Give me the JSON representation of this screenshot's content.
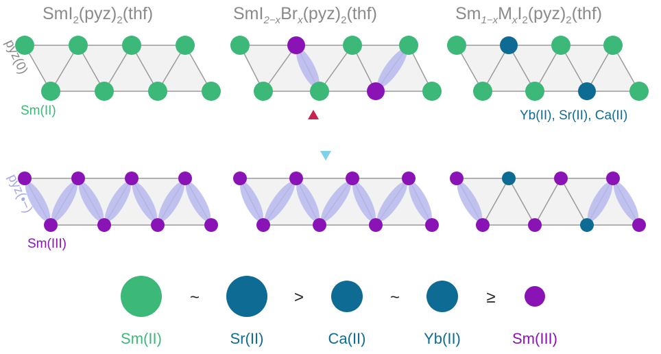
{
  "colors": {
    "sm2": "#3cb878",
    "sm3": "#8a13b5",
    "dopant": "#0d6b94",
    "pyz": "#b8b9ef",
    "line": "#9a9a9a",
    "fill": "#f2f2f2"
  },
  "titles": {
    "t1": {
      "main": "SmI",
      "sub1": "2",
      "mid": "(pyz)",
      "sub2": "2",
      "end": "(thf)"
    },
    "t2": {
      "main": "SmI",
      "sub1": "2−x",
      "mid": "Br",
      "sub2": "x",
      "mid2": "(pyz)",
      "sub3": "2",
      "end": "(thf)"
    },
    "t3": {
      "main": "Sm",
      "sub1": "1−x",
      "mid": "M",
      "sub2": "x",
      "mid2": "I",
      "sub3": "2",
      "mid3": "(pyz)",
      "sub4": "2",
      "end": "(thf)"
    }
  },
  "labels": {
    "pyz0": "pyz(0)",
    "pyz_radical": "pyz(•−)",
    "sm2": "Sm(II)",
    "sm3": "Sm(III)",
    "dopants": "Yb(II), Sr(II), Ca(II)"
  },
  "legend": {
    "items": [
      {
        "label": "Sm(II)",
        "color": "#3cb878"
      },
      {
        "label": "Sr(II)",
        "color": "#0d6b94"
      },
      {
        "label": "Ca(II)",
        "color": "#0d6b94"
      },
      {
        "label": "Yb(II)",
        "color": "#0d6b94"
      },
      {
        "label": "Sm(III)",
        "color": "#8a13b5"
      }
    ],
    "relations": [
      "~",
      ">",
      "~",
      "≥"
    ]
  }
}
